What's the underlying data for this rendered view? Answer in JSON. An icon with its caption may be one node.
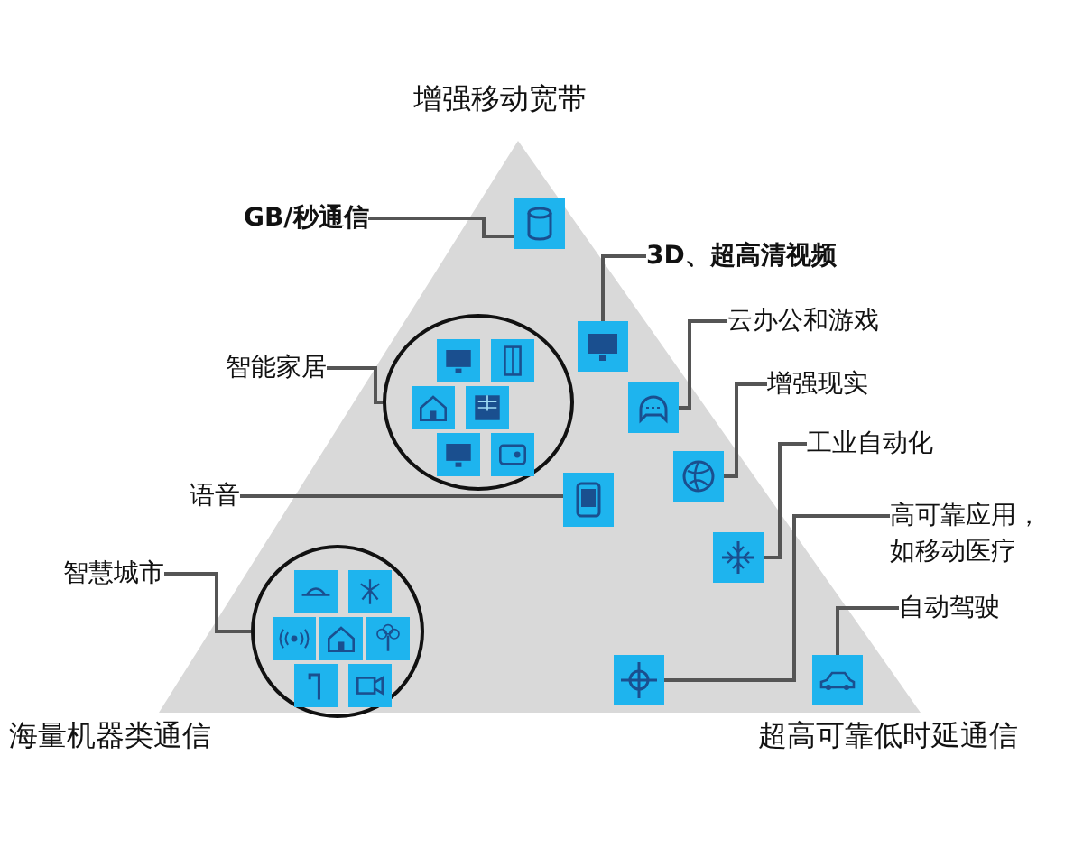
{
  "diagram": {
    "nodes": [
      {
        "text": [
          "GB/秒通信"
        ]
      },
      {
        "text": [],
        "shape": "box"
      },
      {
        "text": [
          "3D、超高清视频"
        ]
      },
      {
        "text": [],
        "shape": "box"
      },
      {
        "text": [
          "云办公和游戏"
        ]
      },
      {
        "text": [],
        "shape": "box"
      },
      {
        "text": [
          "增强现实"
        ]
      },
      {
        "text": [],
        "shape": "box"
      },
      {
        "text": [
          "智能家居"
        ]
      },
      {
        "text": [],
        "shape": "circle"
      },
      {
        "text": [
          "工业自动化"
        ]
      },
      {
        "text": [],
        "shape": "box"
      },
      {
        "text": [
          "语音"
        ]
      },
      {
        "text": [],
        "shape": "box"
      },
      {
        "text": [
          "高可靠应用，如移动医疗"
        ]
      },
      {
        "text": [],
        "shape": "box"
      },
      {
        "text": [
          "自动驾驶"
        ]
      },
      {
        "text": [],
        "shape": "box"
      },
      {
        "text": [
          "智慧城市"
        ]
      },
      {
        "text": [],
        "shape": "circle"
      }
    ],
    "edges": [
      {
        "from": 0,
        "to": 1,
        "arrow": "none"
      },
      {
        "from": 2,
        "to": 3,
        "arrow": "none"
      },
      {
        "from": 4,
        "to": 5,
        "arrow": "none"
      },
      {
        "from": 6,
        "to": 7,
        "arrow": "none"
      },
      {
        "from": 8,
        "to": 9,
        "arrow": "none"
      },
      {
        "from": 10,
        "to": 11,
        "arrow": "none"
      },
      {
        "from": 12,
        "to": 13,
        "arrow": "none"
      },
      {
        "from": 14,
        "to": 15,
        "arrow": "none"
      },
      {
        "from": 16,
        "to": 17,
        "arrow": "none"
      },
      {
        "from": 18,
        "to": 19,
        "arrow": "none"
      }
    ],
    "labels": [
      "增强移动宽带",
      "海量机器类通信",
      "超高可靠低时延通信"
    ]
  }
}
